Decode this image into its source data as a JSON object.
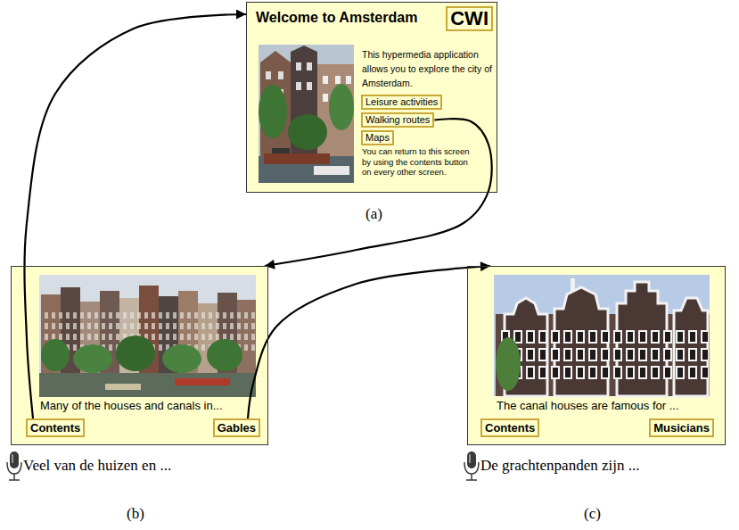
{
  "diagram": {
    "nodes": [
      {
        "text": [
          "Welcome to Amsterdam",
          "This hypermedia application allows you to explore the city of Amsterdam.",
          "You can return to this screen by using the contents button on every other screen."
        ]
      },
      {
        "text": [
          "CWI"
        ],
        "in": 0
      },
      {
        "text": [
          "Leisure activities"
        ],
        "in": 0
      },
      {
        "text": [
          "Walking routes"
        ],
        "in": 0
      },
      {
        "text": [
          "Maps"
        ],
        "in": 0
      },
      {
        "text": [
          "Many of the houses and canals in..."
        ]
      },
      {
        "text": [
          "Contents"
        ],
        "in": 5
      },
      {
        "text": [
          "Gables"
        ],
        "in": 5
      },
      {
        "text": [
          "The canal houses are famous for ..."
        ]
      },
      {
        "text": [
          "Contents"
        ],
        "in": 8
      },
      {
        "text": [
          "Musicians"
        ],
        "in": 8
      }
    ],
    "edges": [
      {
        "from": 6,
        "to": 0,
        "arrow": "to"
      },
      {
        "from": 3,
        "to": 5,
        "arrow": "to"
      },
      {
        "from": 7,
        "to": 8,
        "arrow": "to"
      }
    ],
    "labels": [
      "(a)",
      "Veel van de huizen en ...",
      "De grachtenpanden zijn ...",
      "(b)",
      "(c)"
    ]
  }
}
